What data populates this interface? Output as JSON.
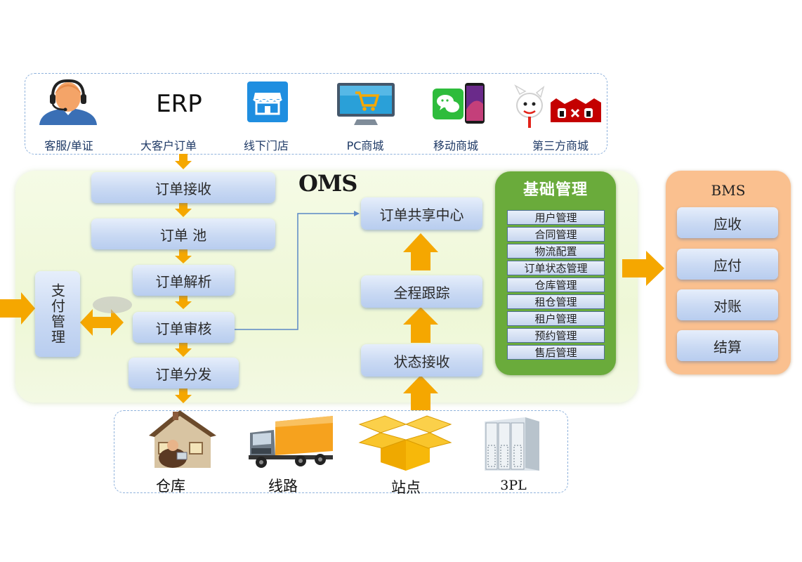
{
  "channels": [
    {
      "label": "客服/单证",
      "icon": "customer-service-agent-icon"
    },
    {
      "label": "大客户订单",
      "icon": "erp-text-icon",
      "icon_text": "ERP"
    },
    {
      "label": "线下门店",
      "icon": "store-icon"
    },
    {
      "label": "PC商城",
      "icon": "pc-shopping-cart-icon"
    },
    {
      "label": "移动商城",
      "icon": "wechat-phone-icon"
    },
    {
      "label": "第三方商城",
      "icon": "jd-tmall-logo-icon"
    }
  ],
  "oms": {
    "title": "OMS",
    "payment": "支付管理",
    "flow": [
      "订单接收",
      "订单 池",
      "订单解析",
      "订单审核",
      "订单分发"
    ],
    "share_center": "订单共享中心",
    "tracking": "全程跟踪",
    "status_receive": "状态接收"
  },
  "base_management": {
    "title": "基础管理",
    "items": [
      "用户管理",
      "合同管理",
      "物流配置",
      "订单状态管理",
      "仓库管理",
      "租仓管理",
      "租户管理",
      "预约管理",
      "售后管理"
    ]
  },
  "bms": {
    "title": "BMS",
    "items": [
      "应收",
      "应付",
      "对账",
      "结算"
    ]
  },
  "nodes": [
    {
      "label": "仓库",
      "icon": "warehouse-house-icon"
    },
    {
      "label": "线路",
      "icon": "truck-icon"
    },
    {
      "label": "站点",
      "icon": "open-box-icon"
    },
    {
      "label": "3PL",
      "icon": "server-rack-icon"
    }
  ],
  "colors": {
    "arrow": "#f5a700",
    "oms_bg": "#eef7d6",
    "base_panel": "#6aab3b",
    "bms_panel": "#fac08f",
    "box_blue": "#c9d9f3",
    "connector": "#5b87c5"
  }
}
